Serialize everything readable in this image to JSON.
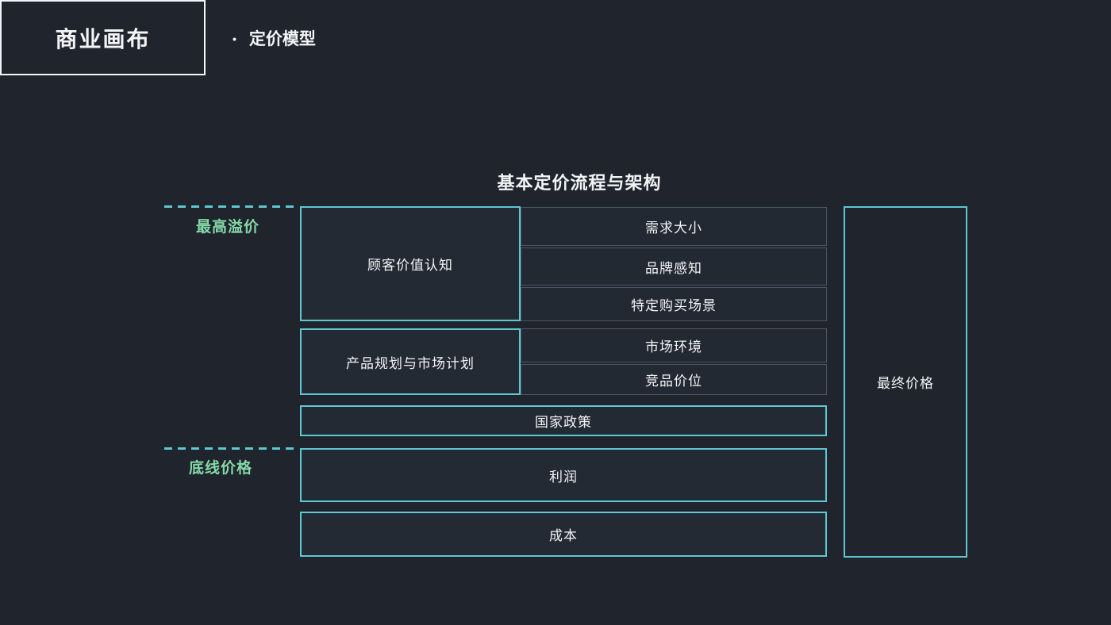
{
  "colors": {
    "background": "#20252d",
    "box_fill": "#242a34",
    "row_fill": "#232932",
    "cyan": "#5ec7cf",
    "green": "#85d8a8",
    "gray_border": "#4d5664",
    "text_white": "#f2f4f6"
  },
  "header": {
    "canvas_label": "商业画布",
    "bullet": "•",
    "model_label": "定价模型"
  },
  "diagram": {
    "title": "基本定价流程与架构",
    "markers": {
      "top": "最高溢价",
      "bottom": "底线价格"
    },
    "groups": [
      {
        "main": "顾客价值认知",
        "factors": [
          "需求大小",
          "品牌感知",
          "特定购买场景"
        ]
      },
      {
        "main": "产品规划与市场计划",
        "factors": [
          "市场环境",
          "竞品价位"
        ]
      }
    ],
    "bands": [
      "国家政策",
      "利润",
      "成本"
    ],
    "result": "最终价格"
  }
}
